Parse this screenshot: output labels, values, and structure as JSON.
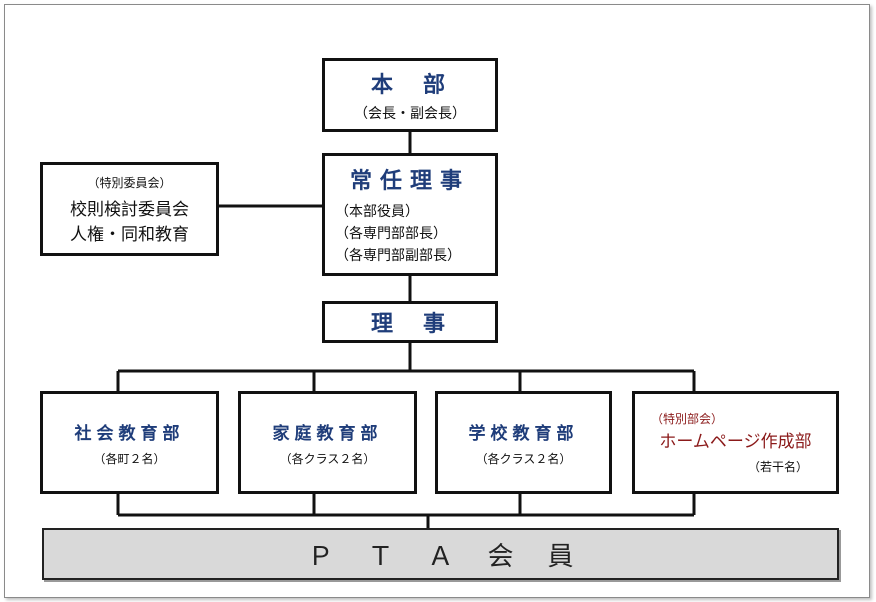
{
  "honbu": {
    "title": "本　部",
    "sub": "（会長・副会長）"
  },
  "joninriji": {
    "title": "常任理事",
    "lines": [
      "（本部役員）",
      "（各専門部部長）",
      "（各専門部副部長）"
    ]
  },
  "tokubetsu_iinkai": {
    "label": "（特別委員会）",
    "lines": [
      "校則検討委員会",
      "人権・同和教育"
    ]
  },
  "riji": {
    "title": "理　事"
  },
  "departments": [
    {
      "title": "社会教育部",
      "sub": "（各町２名）"
    },
    {
      "title": "家庭教育部",
      "sub": "（各クラス２名）"
    },
    {
      "title": "学校教育部",
      "sub": "（各クラス２名）"
    },
    {
      "label": "（特別部会）",
      "title": "ホームページ作成部",
      "sub": "（若干名）"
    }
  ],
  "pta": {
    "title": "ＰＴＡ会員"
  },
  "colors": {
    "navy": "#1f3d7a",
    "red": "#8b1a1a",
    "pta_bg": "#d9d9d9"
  }
}
